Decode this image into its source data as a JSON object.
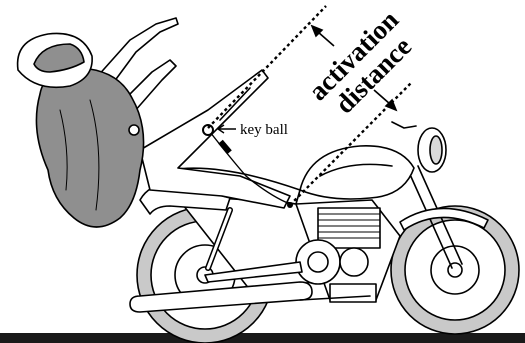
{
  "labels": {
    "key_ball": "key ball",
    "activation": "activation",
    "distance": "distance"
  },
  "colors": {
    "outline": "#000000",
    "airbag_vest": "#8f8f8f",
    "bike_body": "#ffffff",
    "tire": "#c9c9c9",
    "ground_bar": "#1a1a1a"
  }
}
